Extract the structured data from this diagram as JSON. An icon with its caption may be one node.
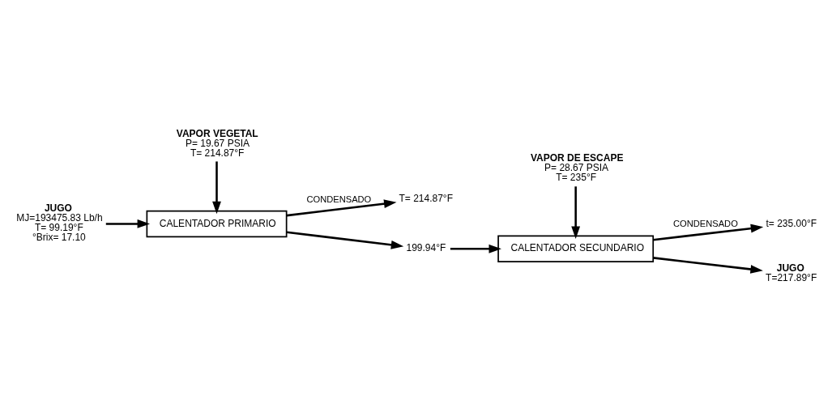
{
  "diagram": {
    "nodes": [
      {
        "text": [
          "CALENTADOR PRIMARIO"
        ]
      },
      {
        "text": [
          "CALENTADOR SECUNDARIO"
        ]
      },
      {
        "text": [
          "JUGO",
          "MJ=193475.83 Lb/h",
          "T= 99.19°F",
          "°Brix= 17.10"
        ]
      },
      {
        "text": [
          "VAPOR VEGETAL",
          "P= 19.67 PSIA",
          "T= 214.87°F"
        ]
      },
      {
        "text": [
          "T= 214.87°F"
        ]
      },
      {
        "text": [
          "199.94°F"
        ]
      },
      {
        "text": [
          "t= 235.00°F"
        ]
      },
      {
        "text": [
          "VAPOR DE ESCAPE",
          "P= 28.67 PSIA",
          "T= 235°F"
        ]
      },
      {
        "text": [
          "JUGO",
          "T=217.89°F"
        ]
      }
    ],
    "edges": [
      {
        "from": 2,
        "to": 0,
        "arrow": "to"
      },
      {
        "from": 3,
        "to": 0,
        "arrow": "to"
      },
      {
        "from": 0,
        "to": 4,
        "arrow": "to",
        "label": "CONDENSADO"
      },
      {
        "from": 0,
        "to": 5,
        "arrow": "to"
      },
      {
        "from": 5,
        "to": 1,
        "arrow": "to"
      },
      {
        "from": 7,
        "to": 1,
        "arrow": "to"
      },
      {
        "from": 1,
        "to": 6,
        "arrow": "to",
        "label": "CONDENSADO"
      },
      {
        "from": 1,
        "to": 8,
        "arrow": "to"
      }
    ]
  }
}
